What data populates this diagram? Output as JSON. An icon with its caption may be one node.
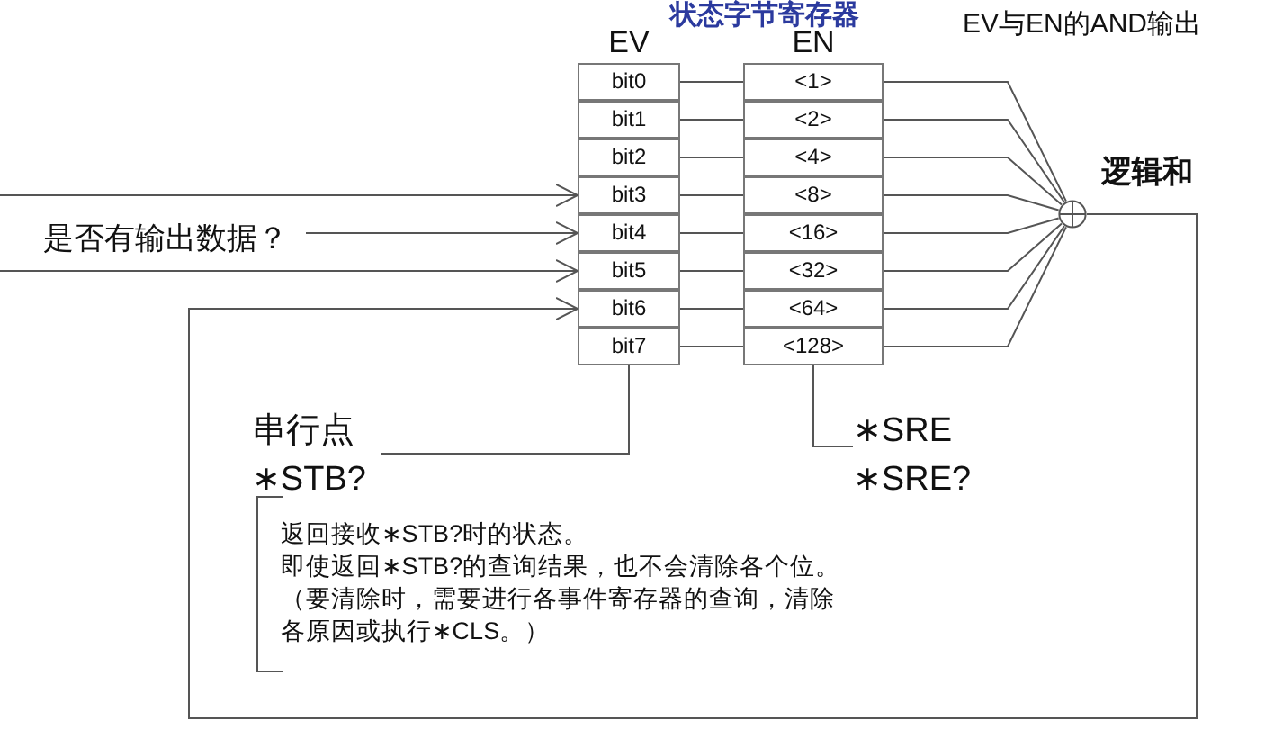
{
  "diagram": {
    "title": "状态字节寄存器",
    "nodes": [
      {
        "text": [
          "EV"
        ]
      },
      {
        "text": [
          "bit0"
        ],
        "in": 0
      },
      {
        "text": [
          "bit1"
        ],
        "in": 0
      },
      {
        "text": [
          "bit2"
        ],
        "in": 0
      },
      {
        "text": [
          "bit3"
        ],
        "in": 0
      },
      {
        "text": [
          "bit4"
        ],
        "in": 0
      },
      {
        "text": [
          "bit5"
        ],
        "in": 0
      },
      {
        "text": [
          "bit6"
        ],
        "in": 0
      },
      {
        "text": [
          "bit7"
        ],
        "in": 0
      },
      {
        "text": [
          "EN"
        ]
      },
      {
        "text": [
          "<1>"
        ],
        "in": 9
      },
      {
        "text": [
          "<2>"
        ],
        "in": 9
      },
      {
        "text": [
          "<4>"
        ],
        "in": 9
      },
      {
        "text": [
          "<8>"
        ],
        "in": 9
      },
      {
        "text": [
          "<16>"
        ],
        "in": 9
      },
      {
        "text": [
          "<32>"
        ],
        "in": 9
      },
      {
        "text": [
          "<64>"
        ],
        "in": 9
      },
      {
        "text": [
          "<128>"
        ],
        "in": 9
      },
      {
        "text": [],
        "shape": "circle",
        "beside": [
          "逻辑和"
        ]
      },
      {
        "text": [
          "是否有输出数据？"
        ]
      },
      {
        "text": [
          "串行点",
          "∗STB?"
        ]
      },
      {
        "text": [
          "∗SRE",
          "∗SRE?"
        ]
      }
    ],
    "edges": [
      {
        "from": 1,
        "to": 10,
        "arrow": "none"
      },
      {
        "from": 2,
        "to": 11,
        "arrow": "none"
      },
      {
        "from": 3,
        "to": 12,
        "arrow": "none"
      },
      {
        "from": 4,
        "to": 13,
        "arrow": "none"
      },
      {
        "from": 5,
        "to": 14,
        "arrow": "none"
      },
      {
        "from": 6,
        "to": 15,
        "arrow": "none"
      },
      {
        "from": 7,
        "to": 16,
        "arrow": "none"
      },
      {
        "from": 8,
        "to": 17,
        "arrow": "none"
      },
      {
        "from": 10,
        "to": 18,
        "arrow": "none"
      },
      {
        "from": 11,
        "to": 18,
        "arrow": "none"
      },
      {
        "from": 12,
        "to": 18,
        "arrow": "none"
      },
      {
        "from": 13,
        "to": 18,
        "arrow": "none"
      },
      {
        "from": 14,
        "to": 18,
        "arrow": "none"
      },
      {
        "from": 15,
        "to": 18,
        "arrow": "none"
      },
      {
        "from": 16,
        "to": 18,
        "arrow": "none"
      },
      {
        "from": 17,
        "to": 18,
        "arrow": "none"
      },
      {
        "from": null,
        "to": 4,
        "arrow": "to"
      },
      {
        "from": 19,
        "to": 5,
        "arrow": "to"
      },
      {
        "from": null,
        "to": 6,
        "arrow": "to"
      },
      {
        "from": 18,
        "to": 7,
        "arrow": "to"
      },
      {
        "from": 8,
        "to": 20,
        "arrow": "none"
      },
      {
        "from": 17,
        "to": 21,
        "arrow": "none"
      }
    ],
    "labels": [
      "EV与EN的AND输出",
      "返回接收∗STB?时的状态。",
      "即使返回∗STB?的查询结果，也不会清除各个位。",
      "（要清除时，需要进行各事件寄存器的查询，清除各原因或执行∗CLS。）"
    ]
  }
}
